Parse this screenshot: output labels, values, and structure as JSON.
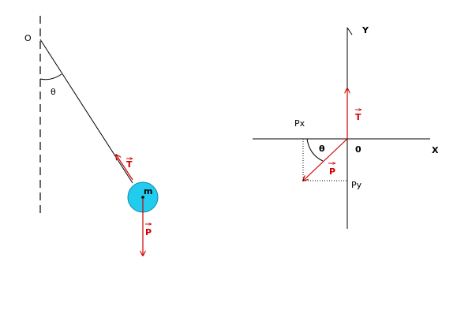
{
  "colors": {
    "force": "#d00000",
    "mass_fill": "#22ccee",
    "mass_stroke": "#1188aa",
    "line": "#000000"
  },
  "pendulum": {
    "pivot_label": "O",
    "angle_label": "θ",
    "mass_label": "m",
    "tension_label": "T",
    "weight_label": "P"
  },
  "axes": {
    "origin_label": "0",
    "x_label": "X",
    "y_label": "Y",
    "tension_label": "T",
    "weight_label": "P",
    "angle_label": "θ",
    "px_label": "Px",
    "py_label": "Py"
  }
}
